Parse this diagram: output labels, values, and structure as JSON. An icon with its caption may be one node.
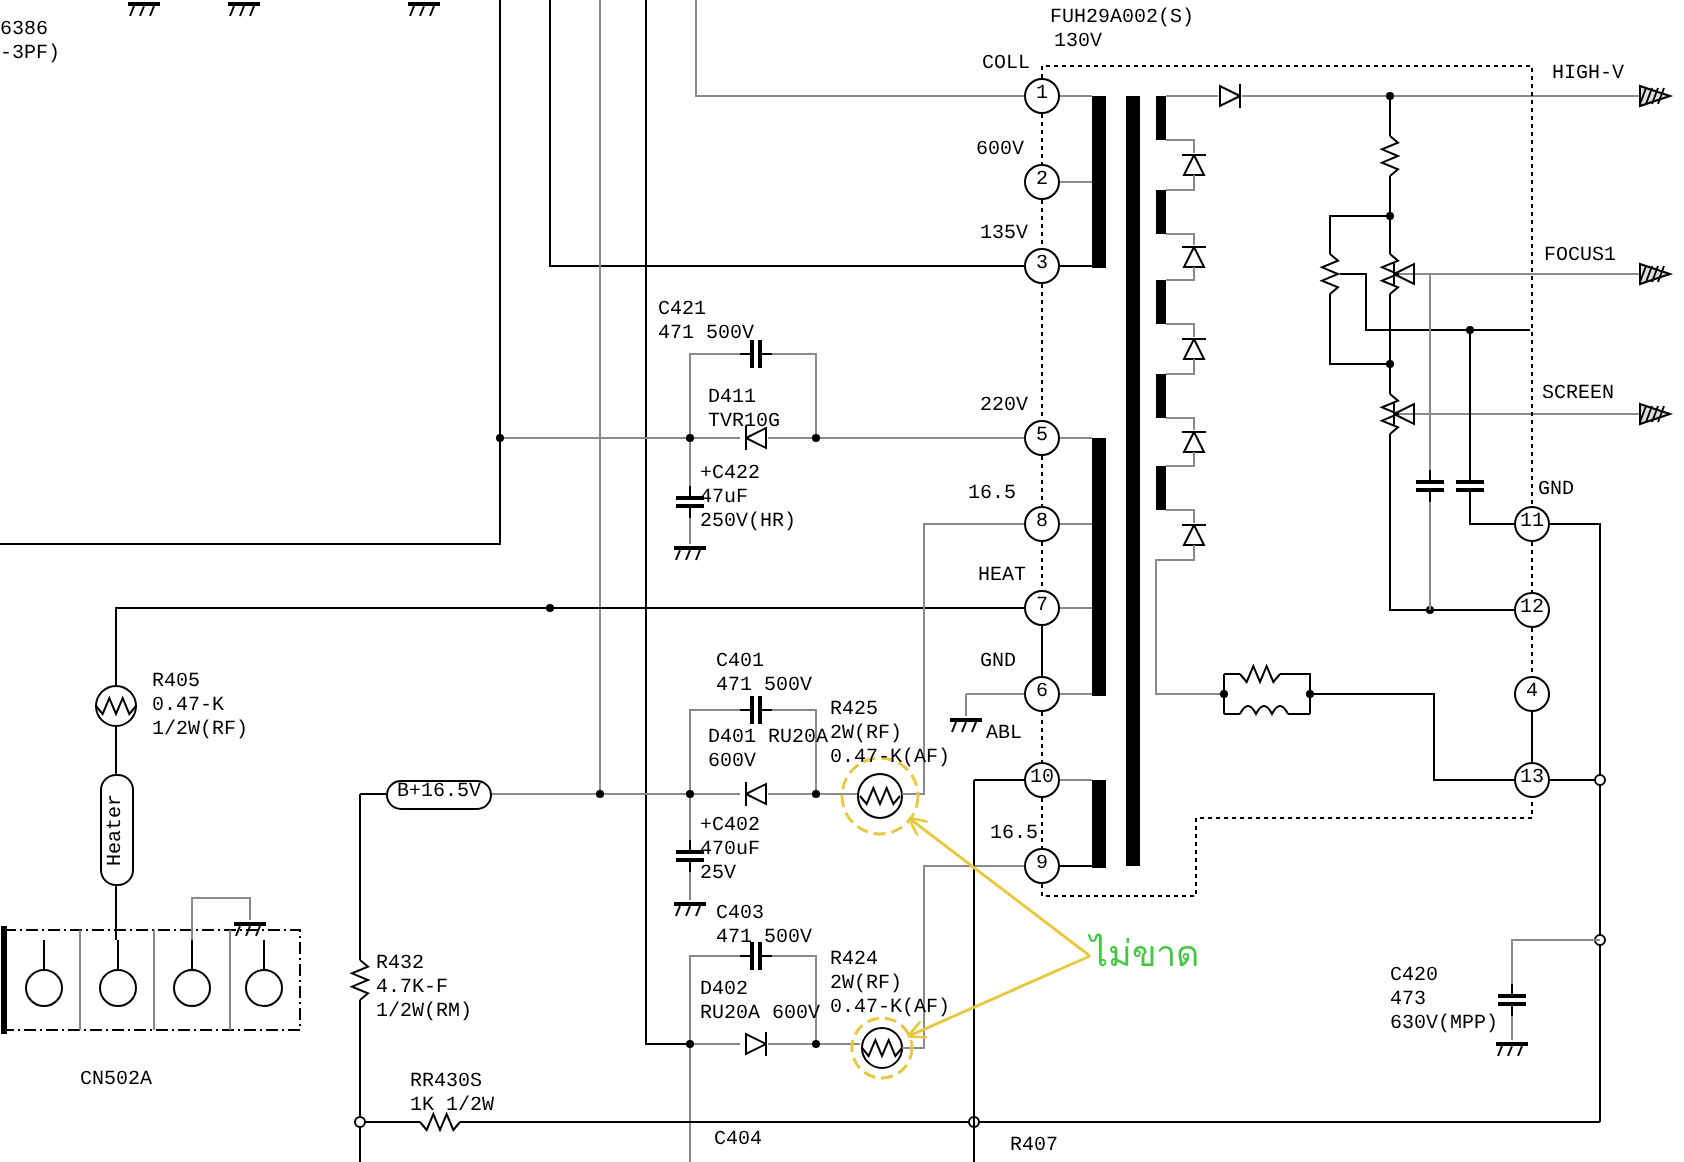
{
  "diagram": {
    "nodes": [
      {
        "text": [
          "1"
        ],
        "beside": [
          "COLL",
          "130V"
        ]
      },
      {
        "text": [
          "2"
        ],
        "beside": [
          "600V"
        ]
      },
      {
        "text": [
          "3"
        ],
        "beside": [
          "135V"
        ]
      },
      {
        "text": [
          "5"
        ],
        "beside": [
          "220V"
        ]
      },
      {
        "text": [
          "8"
        ],
        "beside": [
          "16.5"
        ]
      },
      {
        "text": [
          "7"
        ],
        "beside": [
          "HEAT"
        ]
      },
      {
        "text": [
          "6"
        ],
        "beside": [
          "GND"
        ]
      },
      {
        "text": [
          "10"
        ]
      },
      {
        "text": [
          "9"
        ],
        "beside": [
          "16.5"
        ]
      },
      {
        "text": [
          "11"
        ],
        "beside": [
          "GND"
        ]
      },
      {
        "text": [
          "12"
        ]
      },
      {
        "text": [
          "4"
        ]
      },
      {
        "text": [
          "13"
        ]
      },
      {
        "text": [
          "B+16.5V"
        ]
      },
      {
        "text": [
          "Heater"
        ]
      },
      {
        "text": [
          "ไม่ขาด"
        ]
      },
      {
        "text": [],
        "shape": "circle"
      },
      {
        "text": [],
        "shape": "circle"
      }
    ],
    "edges": [
      {
        "from": 0,
        "to": 1,
        "arrow": "none",
        "style": "dashed"
      },
      {
        "from": 1,
        "to": 2,
        "arrow": "none",
        "style": "dashed"
      },
      {
        "from": 2,
        "to": 3,
        "arrow": "none",
        "style": "dashed"
      },
      {
        "from": 3,
        "to": 4,
        "arrow": "none",
        "style": "dashed"
      },
      {
        "from": 4,
        "to": 5,
        "arrow": "none",
        "style": "dashed"
      },
      {
        "from": 5,
        "to": 6,
        "arrow": "none"
      },
      {
        "from": 6,
        "to": 7,
        "arrow": "none",
        "style": "dashed"
      },
      {
        "from": 7,
        "to": 8,
        "arrow": "none",
        "style": "dashed"
      },
      {
        "from": 0,
        "to": 9,
        "arrow": "none",
        "style": "dashed"
      },
      {
        "from": 9,
        "to": 10,
        "arrow": "none",
        "style": "dashed"
      },
      {
        "from": 10,
        "to": 11,
        "arrow": "none",
        "style": "dashed"
      },
      {
        "from": 11,
        "to": 12,
        "arrow": "none"
      },
      {
        "from": 8,
        "to": 12,
        "arrow": "none",
        "style": "dashed"
      },
      {
        "from": 15,
        "to": 16,
        "arrow": "to",
        "color": "#e8c840"
      },
      {
        "from": 15,
        "to": 17,
        "arrow": "to",
        "color": "#e8c840"
      }
    ],
    "labels": [
      "6386 -3PF)",
      "FUH29A002(S)",
      "HIGH-V",
      "FOCUS1",
      "SCREEN",
      "C421 471 500V",
      "D411 TVR10G",
      "+C422 47uF 250V(HR)",
      "R405 0.47-K 1/2W(RF)",
      "C401 471 500V",
      "D401 RU20A 600V",
      "R425 2W(RF) 0.47-K(AF)",
      "+C402 470uF 25V",
      "C403 471 500V",
      "D402",
      "RU20A 600V",
      "R424 2W(RF) 0.47-K(AF)",
      "ABL",
      "R432 4.7K-F 1/2W(RM)",
      "CN502A",
      "RR430S 1K 1/2W",
      "C404",
      "R407",
      "C420 473 630V(MPP)"
    ]
  }
}
